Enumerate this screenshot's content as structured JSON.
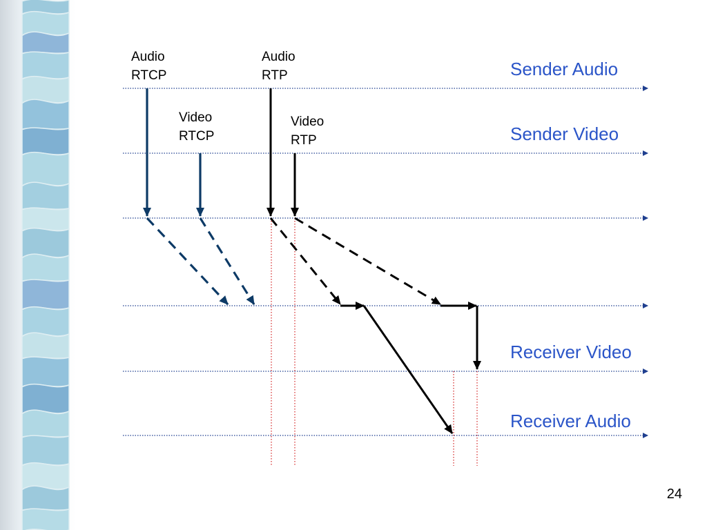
{
  "labels": {
    "audio_rtcp": [
      "Audio",
      "RTCP"
    ],
    "audio_rtp": [
      "Audio",
      "RTP"
    ],
    "video_rtcp": [
      "Video",
      "RTCP"
    ],
    "video_rtp": [
      "Video",
      "RTP"
    ]
  },
  "rows": {
    "sender_audio": "Sender Audio",
    "sender_video": "Sender Video",
    "receiver_video": "Receiver Video",
    "receiver_audio": "Receiver Audio"
  },
  "page_number": "24",
  "colors": {
    "row_label": "#2b55c8",
    "timeline": "#1f3f8f",
    "rtcp_arrow": "#0d3a66",
    "rtp_arrow": "#000000",
    "sync_marker": "#d22020"
  }
}
